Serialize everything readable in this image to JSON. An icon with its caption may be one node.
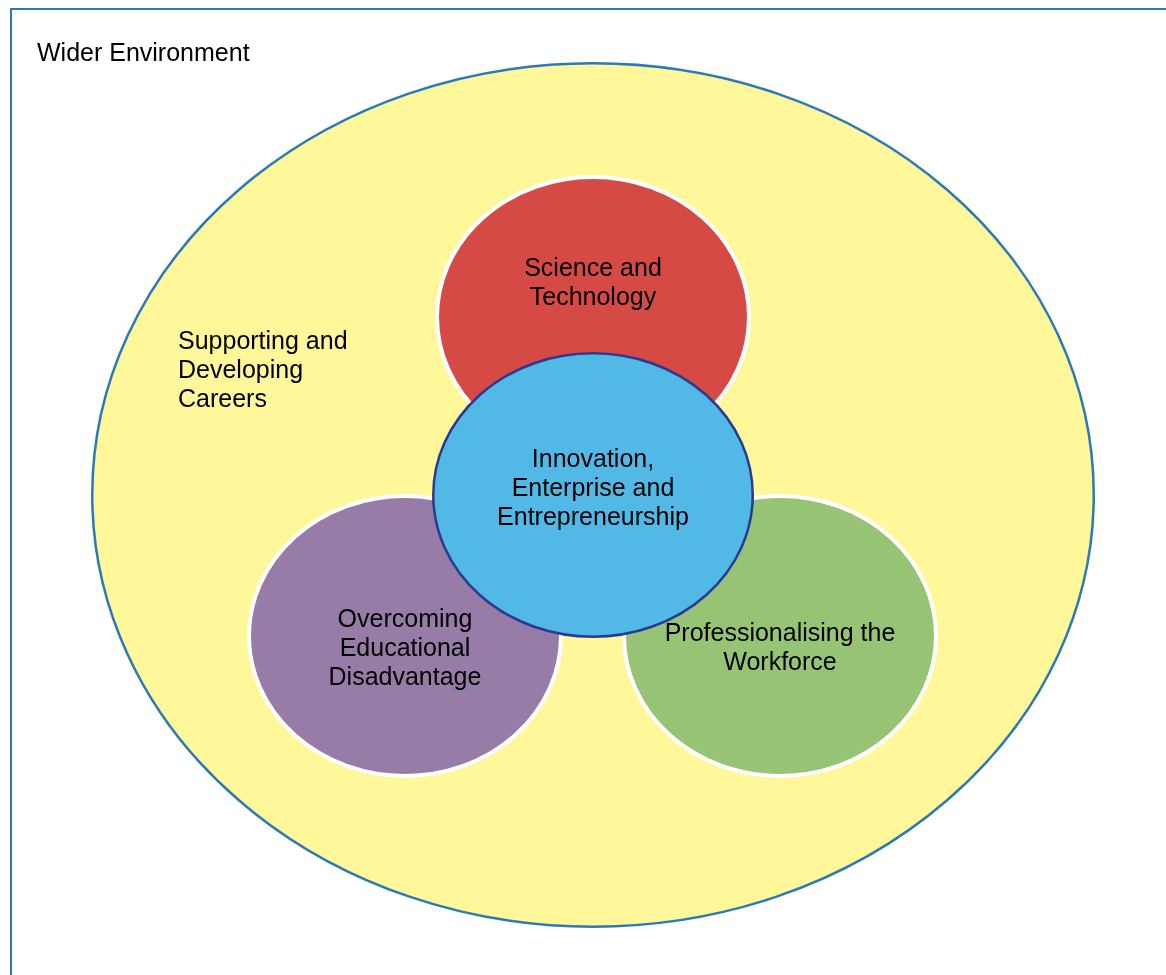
{
  "diagram": {
    "nodes": [
      {
        "text": [
          "Wider Environment"
        ]
      },
      {
        "text": [
          "Supporting and Developing Careers"
        ],
        "in": 0
      },
      {
        "text": [
          "Science and Technology"
        ],
        "in": 1
      },
      {
        "text": [
          "Innovation, Enterprise and Entrepreneurship"
        ],
        "in": 1
      },
      {
        "text": [
          "Overcoming Educational Disadvantage"
        ],
        "in": 1
      },
      {
        "text": [
          "Professionalising the Workforce"
        ],
        "in": 1
      }
    ]
  }
}
